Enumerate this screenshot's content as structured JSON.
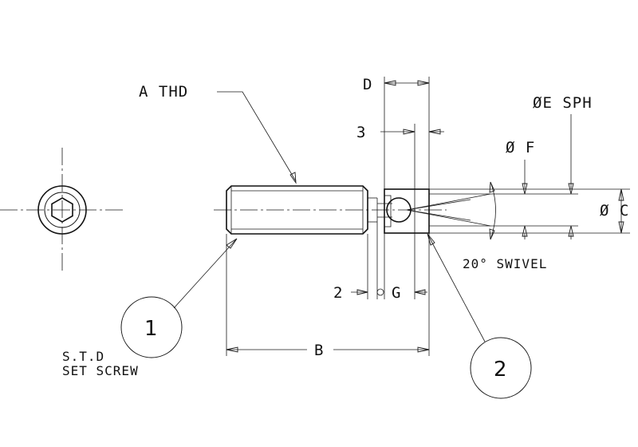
{
  "labels": {
    "a_thd": "A THD",
    "d": "D",
    "three": "3",
    "e_sph": "ØE SPH",
    "f": "Ø F",
    "c": "Ø C",
    "swivel": "20° SWIVEL",
    "two": "2",
    "g": "G",
    "b": "B",
    "std_line1": "S.T.D",
    "std_line2": "SET SCREW"
  },
  "balloons": [
    {
      "number": "1"
    },
    {
      "number": "2"
    }
  ]
}
